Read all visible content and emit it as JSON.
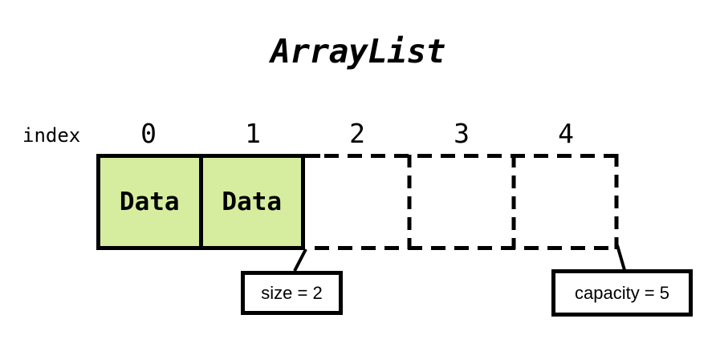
{
  "title": "ArrayList",
  "array": {
    "index_axis_label": "index",
    "indices": [
      "0",
      "1",
      "2",
      "3",
      "4"
    ],
    "filled_cells": [
      "Data",
      "Data"
    ],
    "empty_cell_count": 3,
    "size_callout": "size = 2",
    "capacity_callout": "capacity = 5"
  },
  "colors": {
    "cell_fill": "#d6eda0",
    "line": "#000000",
    "background": "#ffffff"
  }
}
